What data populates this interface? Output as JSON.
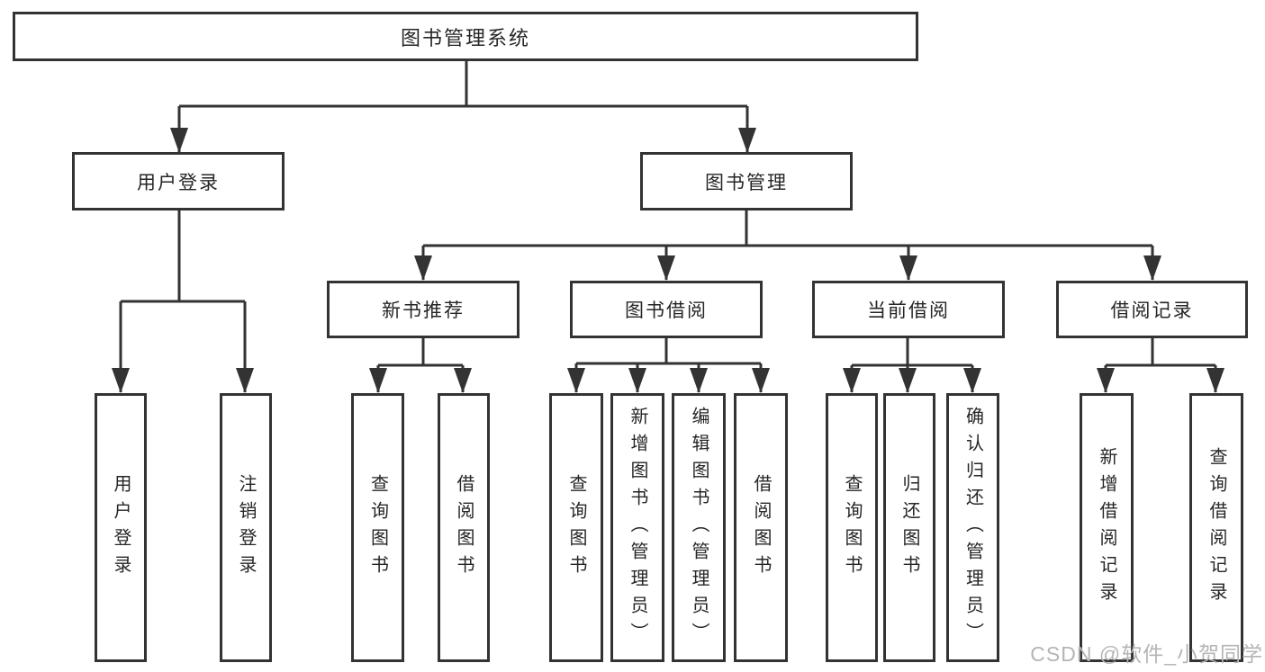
{
  "diagram_title": "图书管理系统",
  "nodes": {
    "root": "图书管理系统",
    "user_login": "用户登录",
    "book_mgmt": "图书管理",
    "new_book_rec": "新书推荐",
    "book_borrow": "图书借阅",
    "current_borrow": "当前借阅",
    "borrow_records": "借阅记录",
    "leaf_user_login": "用户登录",
    "leaf_logout": "注销登录",
    "nbr_query_books": "查询图书",
    "nbr_borrow_books": "借阅图书",
    "bb_query_books": "查询图书",
    "bb_add_books": "新增图书（管理员）",
    "bb_edit_books": "编辑图书（管理员）",
    "bb_borrow_books": "借阅图书",
    "cb_query_books": "查询图书",
    "cb_return_books": "归还图书",
    "cb_confirm_return": "确认归还（管理员）",
    "br_add_record": "新增借阅记录",
    "br_query_record": "查询借阅记录"
  },
  "watermark": "CSDN @软件_小贺同学",
  "colors": {
    "line": "#333333",
    "text": "#262626",
    "watermark": "#b5b5b5",
    "background": "#ffffff"
  }
}
